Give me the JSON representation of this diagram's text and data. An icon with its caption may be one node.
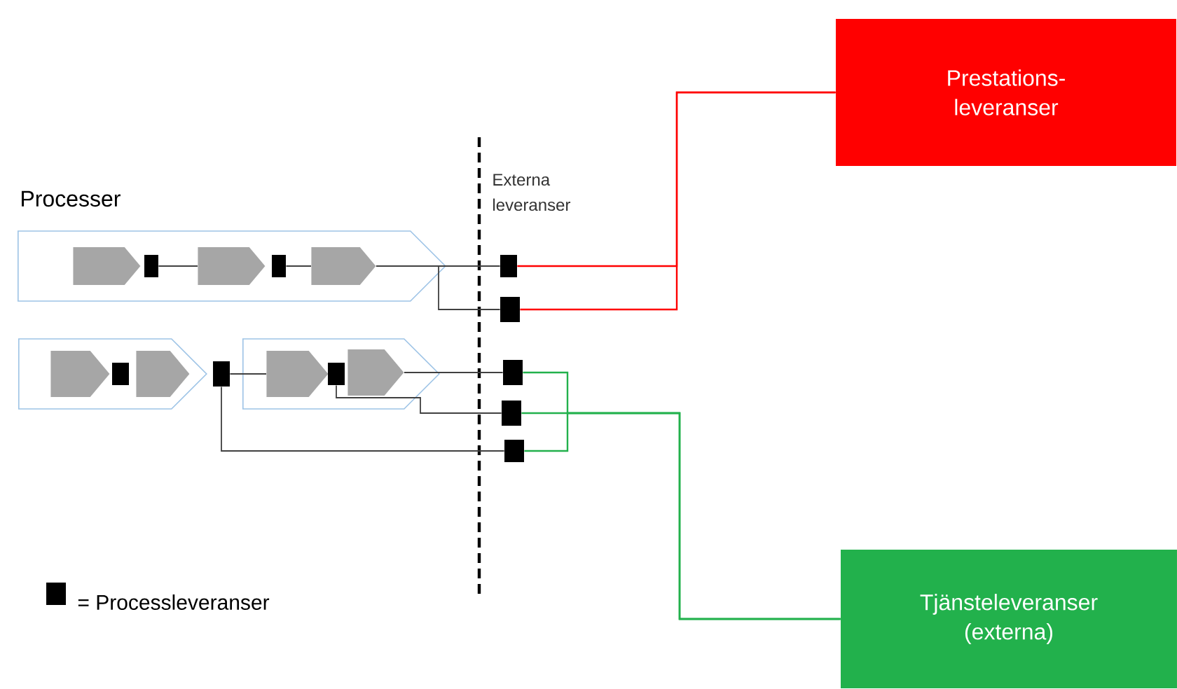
{
  "diagram": {
    "nodes": [
      {
        "text": [
          "Prestations- leveranser"
        ]
      },
      {
        "text": [],
        "shape": "chevron"
      },
      {
        "text": [],
        "shape": "pentagon",
        "in": 1
      },
      {
        "text": [],
        "shape": "box",
        "in": 1
      },
      {
        "text": [],
        "shape": "pentagon",
        "in": 1
      },
      {
        "text": [],
        "shape": "box",
        "in": 1
      },
      {
        "text": [],
        "shape": "pentagon",
        "in": 1
      },
      {
        "text": [],
        "shape": "chevron"
      },
      {
        "text": [],
        "shape": "pentagon",
        "in": 7
      },
      {
        "text": [],
        "shape": "box",
        "in": 7
      },
      {
        "text": [],
        "shape": "pentagon",
        "in": 7
      },
      {
        "text": [],
        "shape": "box"
      },
      {
        "text": [],
        "shape": "chevron"
      },
      {
        "text": [],
        "shape": "pentagon",
        "in": 12
      },
      {
        "text": [],
        "shape": "box",
        "in": 12
      },
      {
        "text": [],
        "shape": "pentagon",
        "in": 12
      },
      {
        "text": [],
        "shape": "box"
      },
      {
        "text": [],
        "shape": "box"
      },
      {
        "text": [],
        "shape": "box"
      },
      {
        "text": [],
        "shape": "box"
      },
      {
        "text": [],
        "shape": "box"
      },
      {
        "text": [
          "Tjänsteleveranser (externa)"
        ]
      }
    ],
    "edges": [
      {
        "from": 3,
        "to": 4,
        "arrow": "none"
      },
      {
        "from": 5,
        "to": 6,
        "arrow": "none"
      },
      {
        "from": 6,
        "to": 16,
        "arrow": "none"
      },
      {
        "from": 6,
        "to": 17,
        "arrow": "none"
      },
      {
        "from": 11,
        "to": 13,
        "arrow": "none"
      },
      {
        "from": 15,
        "to": 18,
        "arrow": "none"
      },
      {
        "from": 14,
        "to": 19,
        "arrow": "none"
      },
      {
        "from": 11,
        "to": 20,
        "arrow": "none"
      },
      {
        "from": 16,
        "to": 0,
        "arrow": "none",
        "color": "#ff0000"
      },
      {
        "from": 17,
        "to": 0,
        "arrow": "none",
        "color": "#ff0000"
      },
      {
        "from": 18,
        "to": 21,
        "arrow": "none",
        "color": "#22b14c"
      },
      {
        "from": 19,
        "to": 21,
        "arrow": "none",
        "color": "#22b14c"
      },
      {
        "from": 20,
        "to": 21,
        "arrow": "none",
        "color": "#22b14c"
      }
    ],
    "labels": [
      "Processer",
      "Externa leveranser"
    ],
    "legend": [
      {
        "text": "= Processleveranser",
        "color": "#000000"
      }
    ]
  }
}
